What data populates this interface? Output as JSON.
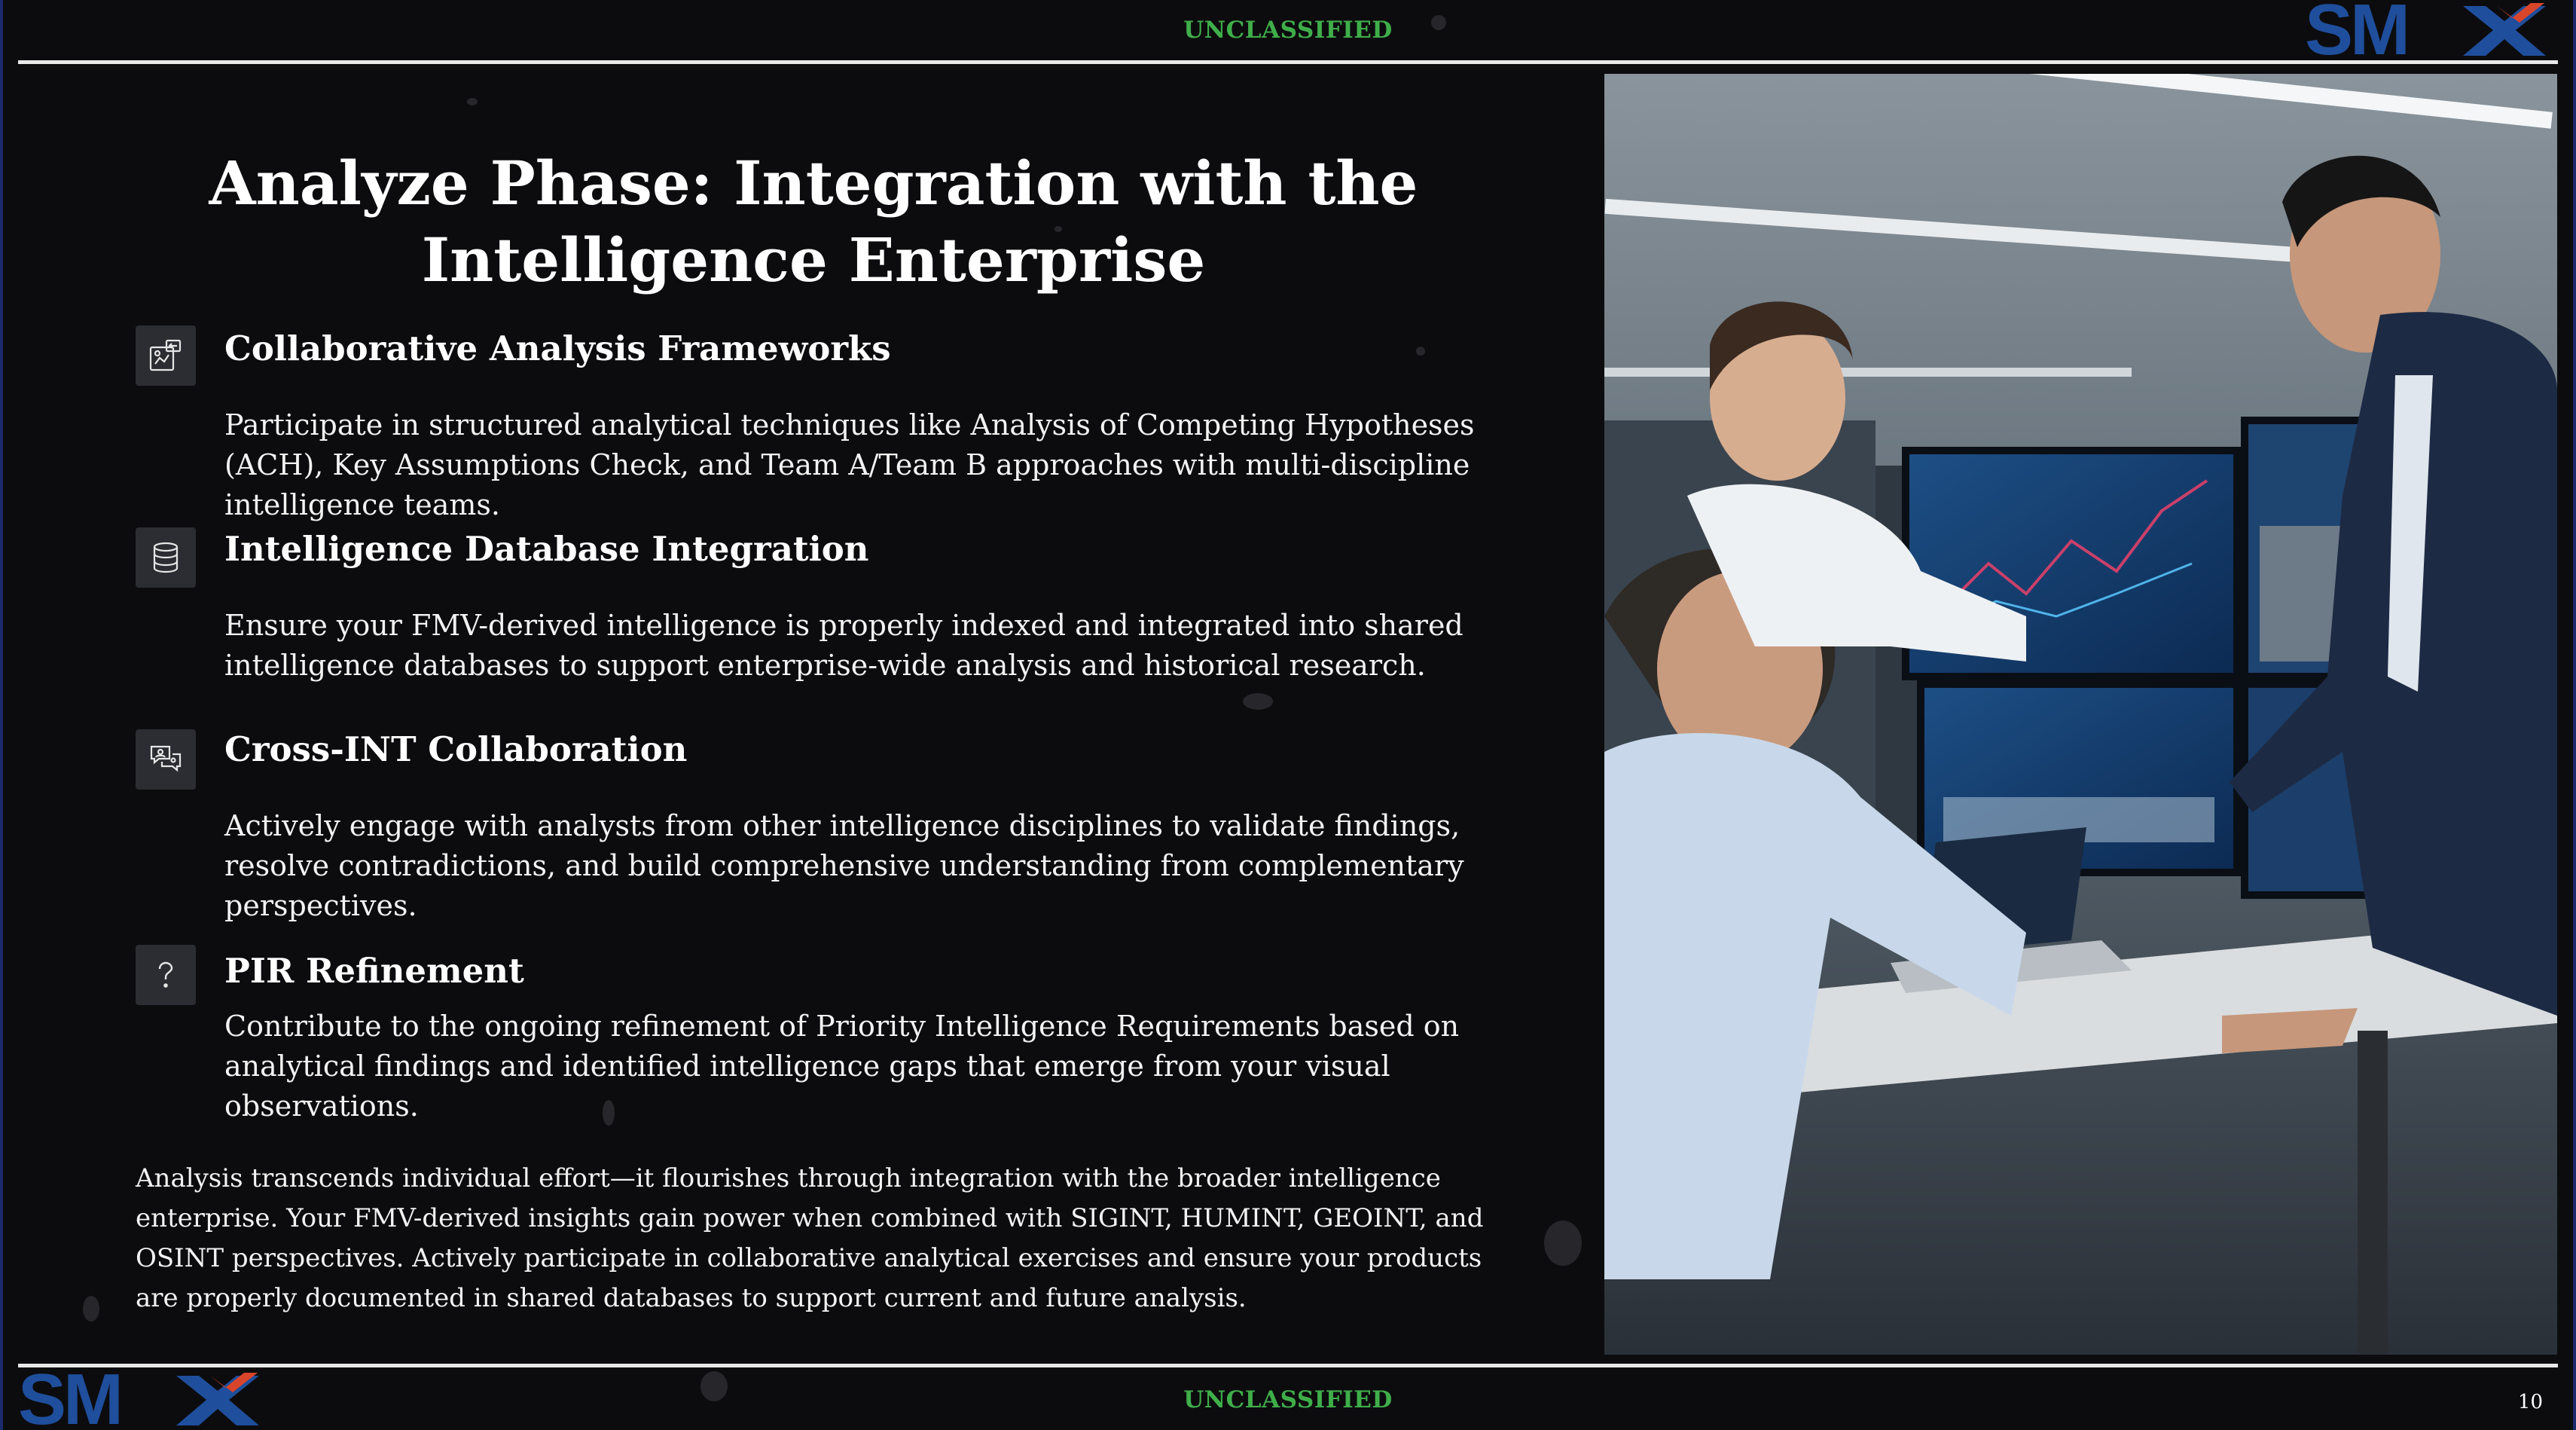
{
  "header": {
    "classification": "UNCLASSIFIED"
  },
  "footer": {
    "classification": "UNCLASSIFIED",
    "page_number": "10"
  },
  "brand": {
    "logo": "SMX",
    "logo_blue": "#1f4e9c",
    "logo_red": "#d9452b"
  },
  "title": {
    "line1": "Analyze Phase: Integration with the",
    "line2": "Intelligence Enterprise"
  },
  "sections": [
    {
      "icon": "collaboration-framework-icon",
      "title": "Collaborative Analysis Frameworks",
      "body": "Participate in structured analytical techniques like Analysis of Competing Hypotheses (ACH), Key Assumptions Check, and Team A/Team B approaches with multi-discipline intelligence teams."
    },
    {
      "icon": "database-icon",
      "title": "Intelligence Database Integration",
      "body": "Ensure your FMV-derived intelligence is properly indexed and integrated into shared intelligence databases to support enterprise-wide analysis and historical research."
    },
    {
      "icon": "chat-users-icon",
      "title": "Cross-INT Collaboration",
      "body": "Actively engage with analysts from other intelligence disciplines to validate findings, resolve contradictions, and build comprehensive understanding from complementary perspectives."
    },
    {
      "icon": "question-mark-icon",
      "title": "PIR Refinement",
      "body": "Contribute to the ongoing refinement of Priority Intelligence Requirements based on analytical findings and identified intelligence gaps that emerge from your visual observations."
    }
  ],
  "summary": "Analysis transcends individual effort—it flourishes through integration with the broader intelligence enterprise. Your FMV-derived insights gain power when combined with SIGINT, HUMINT, GEOINT, and OSINT perspectives. Actively participate in collaborative analytical exercises and ensure your products are properly documented in shared databases to support current and future analysis.",
  "colors": {
    "classification": "#3fae4a",
    "background": "#0c0c0e"
  }
}
